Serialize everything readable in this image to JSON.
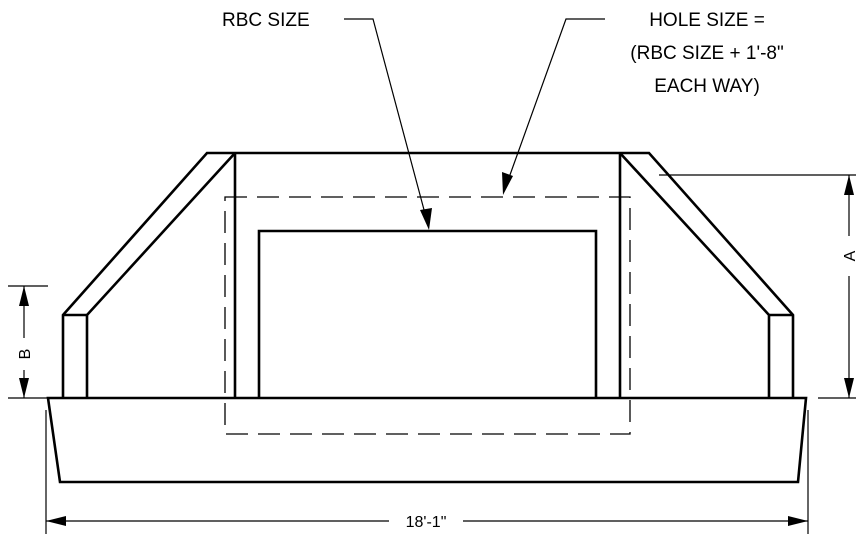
{
  "labels": {
    "rbc_size": "RBC SIZE",
    "hole_size_line1": "HOLE SIZE =",
    "hole_size_line2": "(RBC SIZE + 1'-8\"",
    "hole_size_line3": "EACH WAY)"
  },
  "dimensions": {
    "width": "18'-1\"",
    "height_a": "A",
    "height_b": "B"
  },
  "colors": {
    "stroke": "#000000",
    "background": "#ffffff"
  }
}
